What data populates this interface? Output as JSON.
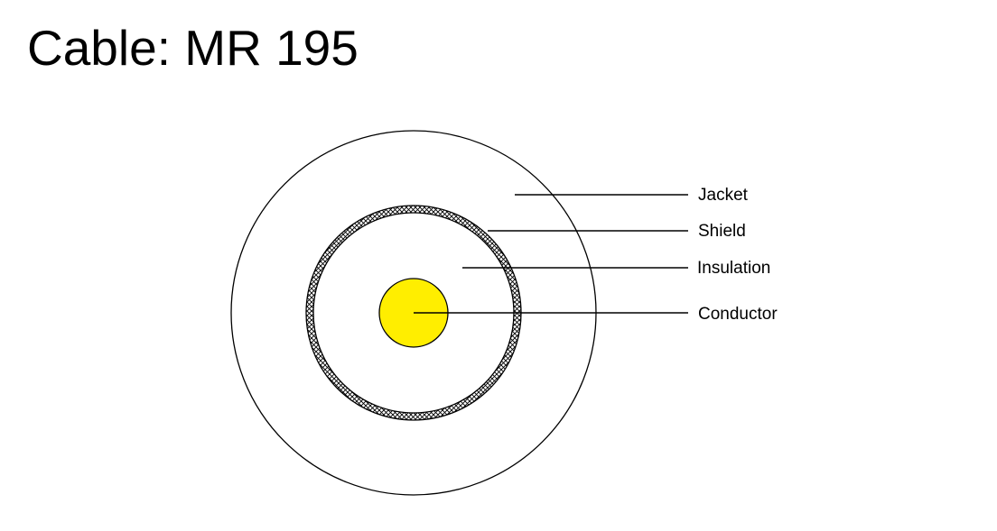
{
  "title": "Cable: MR 195",
  "colors": {
    "conductor_fill": "#ffee00",
    "stroke": "#000000",
    "background": "#ffffff"
  },
  "layers": {
    "jacket": "Jacket",
    "shield": "Shield",
    "insulation": "Insulation",
    "conductor": "Conductor"
  }
}
